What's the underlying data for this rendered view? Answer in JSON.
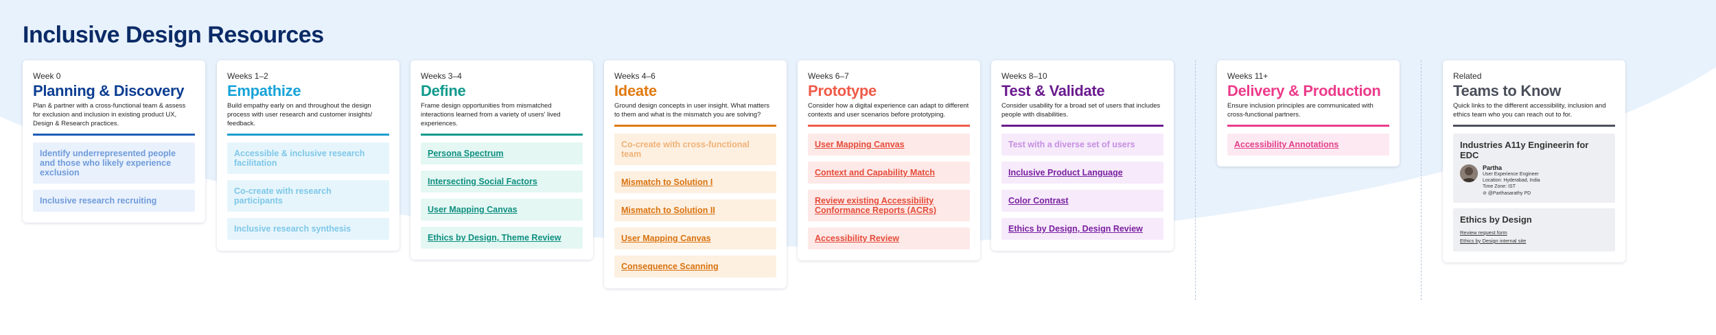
{
  "page_title": "Inclusive Design Resources",
  "colors": {
    "background_wave": "#e8f2fc",
    "title": "#0b2a66",
    "divider": "#b8c4d8"
  },
  "phases": [
    {
      "week": "Week 0",
      "title": "Planning & Discovery",
      "description": "Plan & partner with a cross-functional team & assess for exclusion and inclusion in existing product UX, Design & Research practices.",
      "color": "#0b3d91",
      "rule_color": "#1e5bb8",
      "item_bg": "#e9f1fd",
      "item_text": "#6f9bd9",
      "items": [
        "Identify underrepresented people and those who likely experience exclusion",
        "Inclusive research recruiting"
      ]
    },
    {
      "week": "Weeks 1–2",
      "title": "Empathize",
      "description": "Build empathy early on and throughout the design process with user research and customer insights/ feedback.",
      "color": "#16a3d8",
      "rule_color": "#1a9ecf",
      "item_bg": "#e6f5fc",
      "item_text": "#7ec7e8",
      "items": [
        "Accessible & inclusive research facilitation",
        "Co-create with research participants",
        "Inclusive research synthesis"
      ]
    },
    {
      "week": "Weeks 3–4",
      "title": "Define",
      "description": "Frame design opportunities from mismatched interactions learned from a variety of users' lived experiences.",
      "color": "#0f9a8c",
      "rule_color": "#0f9a8c",
      "item_bg": "#e4f7f3",
      "item_text": "#0f8f80",
      "items": [
        "Persona Spectrum",
        "Intersecting Social Factors",
        "User Mapping Canvas",
        "Ethics by Design, Theme Review"
      ]
    },
    {
      "week": "Weeks 4–6",
      "title": "Ideate",
      "description": "Ground design concepts in user insight. What matters to them and what is the mismatch you are solving?",
      "color": "#e07a12",
      "rule_color": "#e07a12",
      "item_bg": "#fdf0e1",
      "item_text": "#d9720e",
      "items": [
        "Co-create with cross-functional team",
        "Mismatch to Solution I",
        "Mismatch to Solution II",
        "User Mapping Canvas",
        "Consequence Scanning"
      ]
    },
    {
      "week": "Weeks 6–7",
      "title": "Prototype",
      "description": "Consider how a digital experience can adapt to different contexts and user scenarios before prototyping.",
      "color": "#ef5a48",
      "rule_color": "#ef5a48",
      "item_bg": "#fde9e7",
      "item_text": "#e54b3a",
      "items": [
        "User Mapping Canvas",
        "Context and Capability Match",
        "Review existing Accessibility Conformance Reports (ACRs)",
        "Accessibility Review"
      ]
    },
    {
      "week": "Weeks 8–10",
      "title": "Test & Validate",
      "description": "Consider usability for a broad set of users that includes people with disabilities.",
      "color": "#6a1a8e",
      "rule_color": "#6a1a8e",
      "item_bg": "#f6eafb",
      "item_text": "#7a1f9e",
      "items": [
        "Test with a diverse set of users",
        "Inclusive Product Language",
        "Color Contrast",
        "Ethics by Design, Design Review"
      ]
    },
    {
      "week": "Weeks 11+",
      "title": "Delivery & Production",
      "description": "Ensure inclusion principles are communicated with cross-functional partners.",
      "color": "#ec3b8a",
      "rule_color": "#ec3b8a",
      "item_bg": "#fde9f2",
      "item_text": "#e2418a",
      "items": [
        "Accessibility Annotations"
      ]
    }
  ],
  "related": {
    "label": "Related",
    "title": "Teams to Know",
    "description": "Quick links to the different accessibility, inclusion and ethics team who you can reach out to for.",
    "rule_color": "#4a4f5a",
    "title_color": "#4a4f5a",
    "team_box": {
      "title": "Industries A11y Engineerin for EDC",
      "person_name": "Partha",
      "person_role": "User Experience Engineer",
      "person_location": "Location: Hyderabad, India",
      "person_timezone": "Time Zone: IST",
      "person_handle": "@Parthasarathy PD"
    },
    "ethics_box": {
      "title": "Ethics by Design",
      "links": [
        "Review request form",
        "Ethics by Design internal site"
      ]
    }
  }
}
